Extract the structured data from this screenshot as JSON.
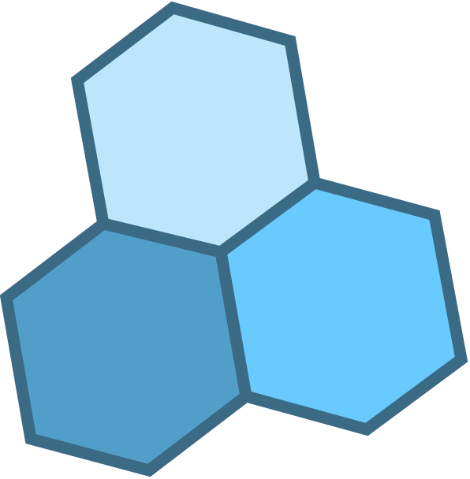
{
  "graphic": {
    "icon": "hexagon-cluster-icon",
    "outline_color": "#3b6a85",
    "hexagons": [
      {
        "name": "top-hexagon",
        "fill": "#bde6fd"
      },
      {
        "name": "bottom-right-hexagon",
        "fill": "#68caff"
      },
      {
        "name": "bottom-left-hexagon",
        "fill": "#519fc9"
      }
    ]
  }
}
